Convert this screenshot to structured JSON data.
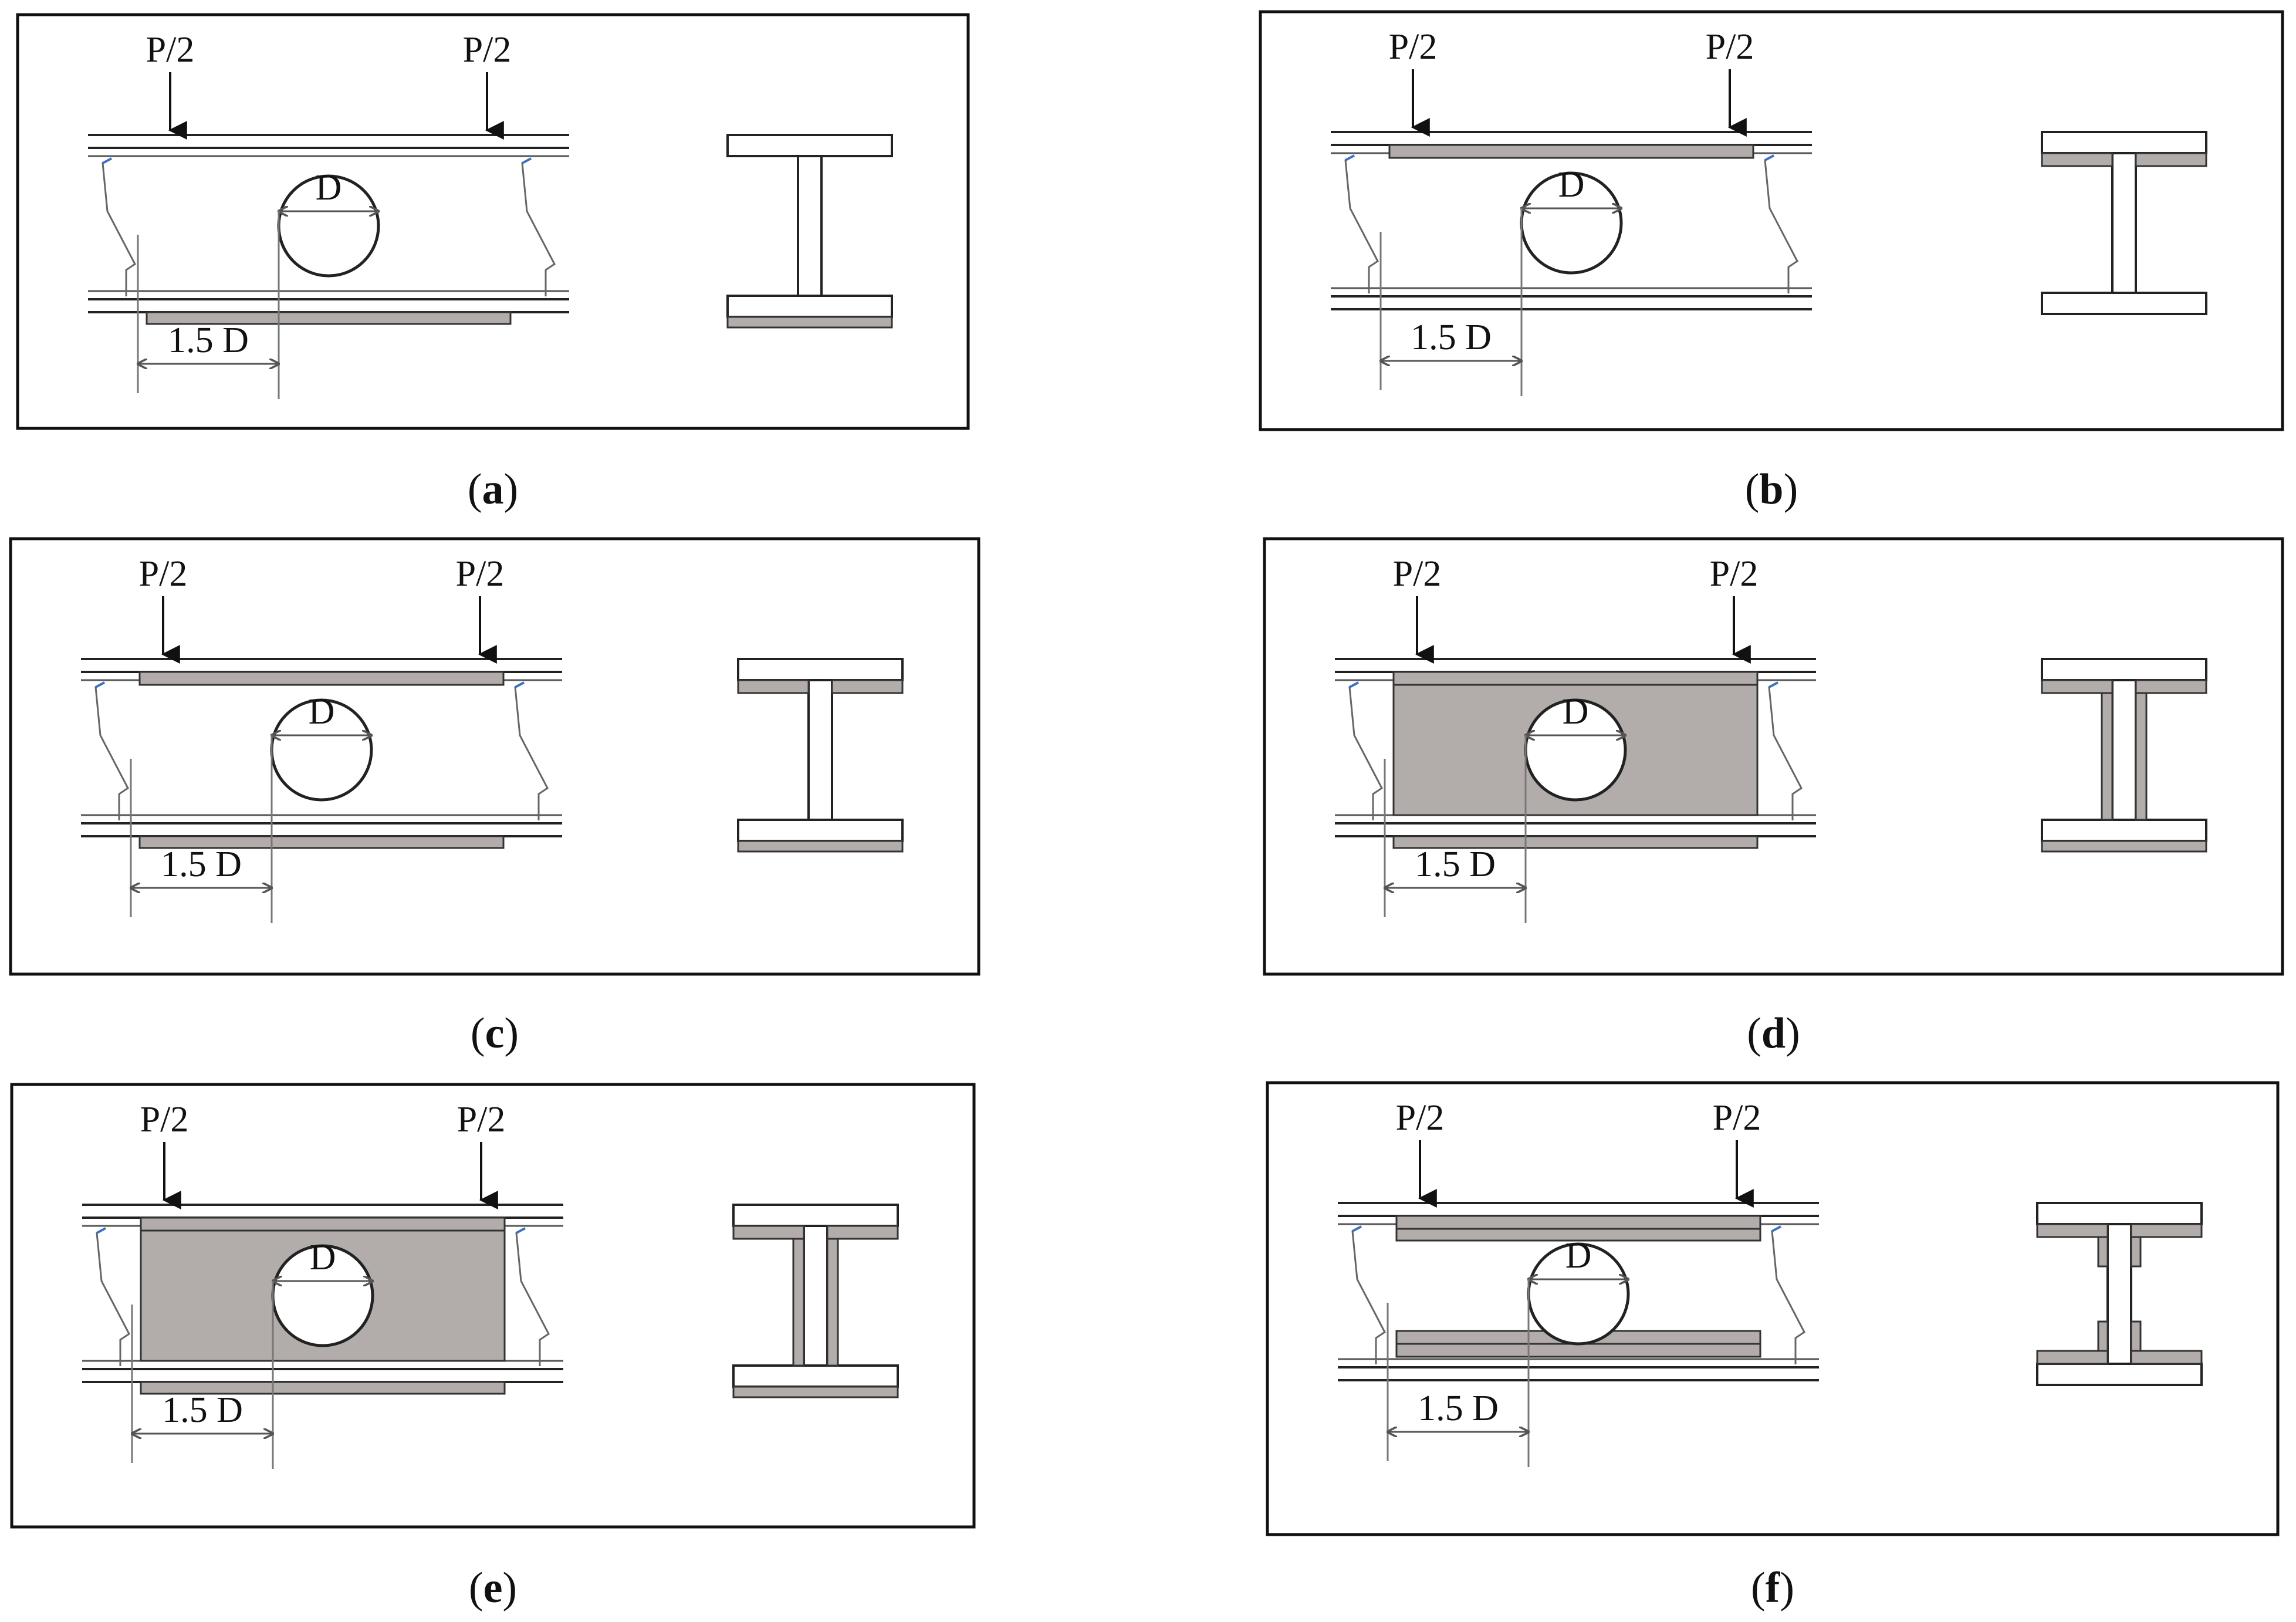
{
  "colors": {
    "cfrp": "#b2acaa",
    "line": "#222222",
    "crack": "#3a6fc4",
    "dim": "#777777"
  },
  "labels": {
    "load": "P/2",
    "diameter": "D",
    "distance": "1.5 D"
  },
  "panels": [
    {
      "id": "a",
      "caption_letter": "a",
      "top_strip": false,
      "bottom_strip": true,
      "web_wrap": false,
      "top_bottom_strips": false
    },
    {
      "id": "b",
      "caption_letter": "b",
      "top_strip": true,
      "bottom_strip": false,
      "web_wrap": false,
      "top_bottom_strips": false
    },
    {
      "id": "c",
      "caption_letter": "c",
      "top_strip": true,
      "bottom_strip": true,
      "web_wrap": false,
      "top_bottom_strips": false
    },
    {
      "id": "d",
      "caption_letter": "d",
      "top_strip": true,
      "bottom_strip": true,
      "web_wrap": true,
      "top_bottom_strips": false
    },
    {
      "id": "e",
      "caption_letter": "e",
      "top_strip": true,
      "bottom_strip": true,
      "web_wrap": true,
      "top_bottom_strips": false
    },
    {
      "id": "f",
      "caption_letter": "f",
      "top_strip": true,
      "bottom_strip": true,
      "web_wrap": false,
      "top_bottom_strips": true
    }
  ]
}
